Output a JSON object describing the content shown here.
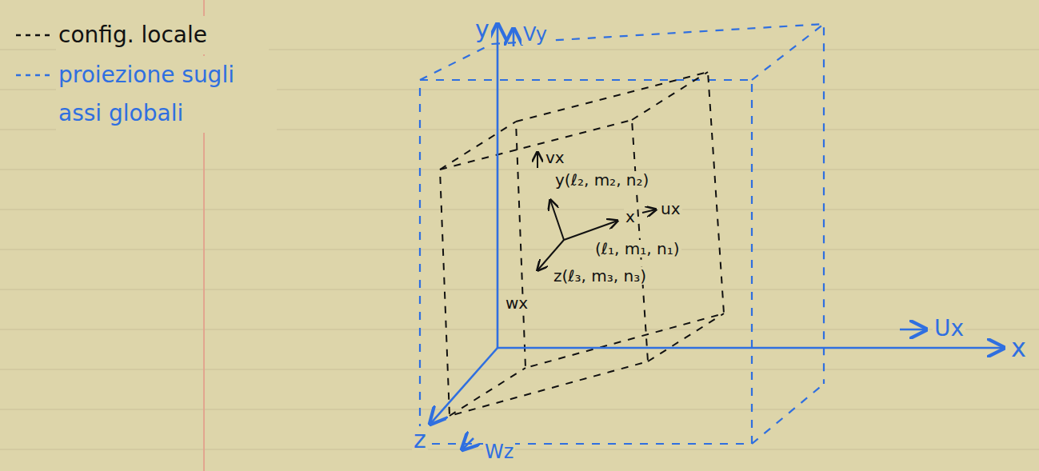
{
  "diagram": {
    "labels": [
      "y",
      "Vy",
      "x",
      "Ux",
      "z",
      "Wz",
      "vx",
      "y(ℓ₂, m₂, n₂)",
      "ux",
      "x",
      "(ℓ₁, m₁, n₁)",
      "z(ℓ₃, m₃, n₃)",
      "wx"
    ],
    "legend": [
      {
        "text": "config. locale"
      },
      {
        "text": "proiezione sugli assi globali"
      }
    ]
  }
}
